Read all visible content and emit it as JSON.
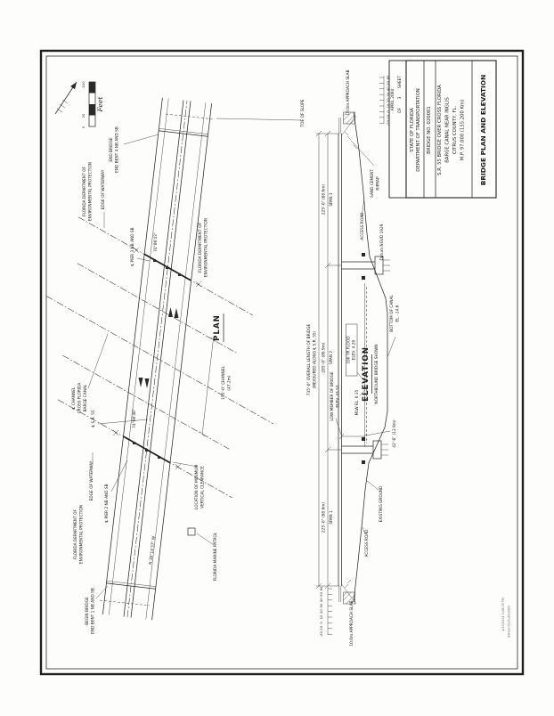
{
  "sheet": {
    "state": "STATE OF FLORIDA",
    "department": "DEPARTMENT OF TRANSPORTATION",
    "bridge_no": "BRIDGE NO. 020001",
    "project1": "S.R. 55 BRIDGE OVER CROSS FLORIDA",
    "project2": "BARGE CANAL NEAR INGLIS",
    "project3": "CITRUS COUNTY, FL.",
    "project4": "M.P. 97.000 (155.200 Km)",
    "drawing_title": "BRIDGE PLAN AND ELEVATION",
    "date": "APRIL 2004",
    "sheet_label": "SHEET",
    "sheet_no": "3",
    "of_label": "OF"
  },
  "scale_bar": {
    "zero": "0",
    "twenty": "20",
    "hundred": "100",
    "unit": "Feet"
  },
  "plan": {
    "title": "PLAN",
    "bearing": "N 30°14'37\" W",
    "skew_top": "74°06'43\"",
    "skew_bottom": "74°06'40\"",
    "fdep1": "FLORIDA DEPARTMENT OF",
    "fdep2": "ENVIRONMENTAL PROTECTION",
    "edge_of_waterway": "EDGE OF WATERWAY",
    "end_bridge1": "END BRIDGE",
    "end_bridge2": "END BENT 4 NB AND SB",
    "begin_bridge1": "BEGIN BRIDGE",
    "begin_bridge2": "END BENT 1 NB AND SB",
    "pier3": "℄ PIER 3 NB AND SB",
    "pier2": "℄ PIER 2 NB AND SB",
    "cl_sr55": "℄ S.R. 55",
    "cl_channel1": "℄ CHANNEL",
    "cl_channel2": "CROSS FLORIDA",
    "cl_channel3": "BARGE CANAL",
    "channel_dim1": "155'-0\" CHANNEL",
    "channel_dim2": "(47.2m)",
    "min_clearance1": "LOCATION OF MINIMUM",
    "min_clearance2": "VERTICAL CLEARANCE",
    "marine_patrol": "FLORIDA MARINE PATROL",
    "toe_of_slope": "TOE OF SLOPE"
  },
  "elevation": {
    "title": "ELEVATION",
    "subtitle": "NORTHBOUND BRIDGE SHOWN",
    "overall_dim": "735'-0\" OVERALL LENGTH OF BRIDGE",
    "measured_along": "(MEASURED ALONG ℄ S.R. 55)",
    "span1_dim": "225'-0\" (68.6m)",
    "span1_label": "SPAN 1",
    "span2_dim": "285'-0\" (86.9m)",
    "span2_label": "SPAN 2",
    "span3_dim": "225'-0\" (68.6m)",
    "span3_label": "SPAN 3",
    "sand_cement1": "SAND CEMENT",
    "sand_cement2": "RIPRAP",
    "access_road": "ACCESS ROAD",
    "datum": "Datum NGVD 1929",
    "canal_bottom1": "BOTTOM OF CANAL",
    "canal_bottom2": "EL. -14.6",
    "flood1": "100 YR FLOOD",
    "flood2": "ELEV. 4.20",
    "low_member1": "LOW MEMBER OF BRIDGE",
    "low_member2": "ELEV. 43.53",
    "mlw": "MLW EL. 0.35",
    "clearance": "42'-6\" (12.9m)",
    "existing_ground": "EXISTING GROUND",
    "approach_slab": "10.0m APPROACH SLAB",
    "scale_values": [
      "60",
      "50",
      "40",
      "30",
      "20",
      "10",
      "0",
      "-10",
      "-20"
    ]
  },
  "plot_info": {
    "line1": "4/20/2004  3:28:05 PM",
    "line2": "BR020001PLAN.DGN"
  }
}
